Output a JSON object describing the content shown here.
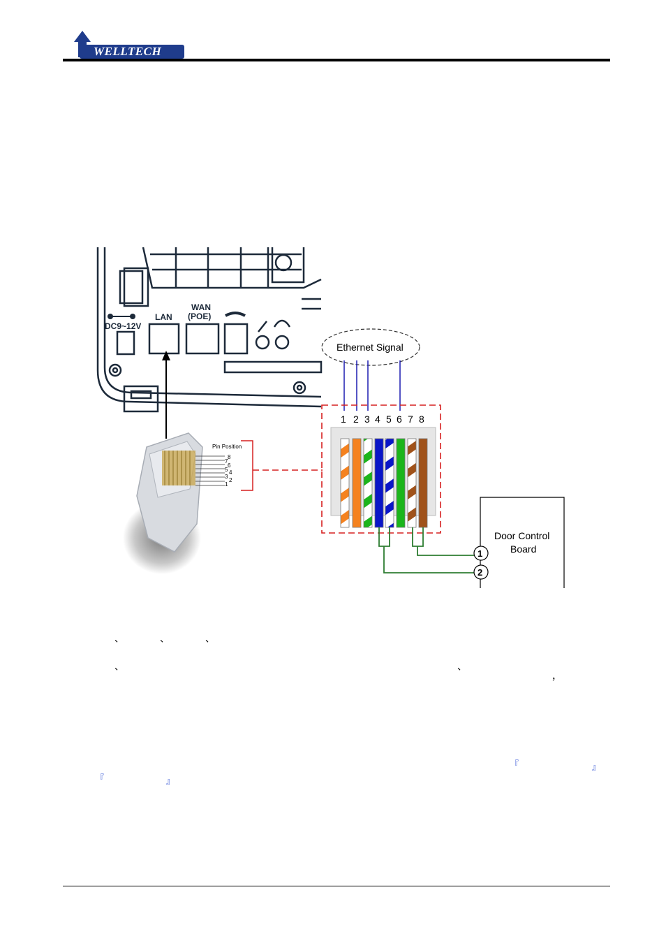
{
  "header": {
    "logo_text": "WELLTECH",
    "logo_colors": {
      "blue": "#1f3c8c",
      "rule": "#000000"
    }
  },
  "device_panel": {
    "power_label": "DC9~12V",
    "lan_label": "LAN",
    "wan_label_line1": "WAN",
    "wan_label_line2": "(POE)"
  },
  "connector": {
    "pin_position_label": "Pin Position",
    "pin_numbers": [
      "8",
      "7",
      "6",
      "5",
      "4",
      "3",
      "2",
      "1"
    ]
  },
  "wiring": {
    "signal_label": "Ethernet Signal",
    "pin_numbers": [
      "1",
      "2",
      "3",
      "4",
      "5",
      "6",
      "7",
      "8"
    ],
    "board_label_line1": "Door Control",
    "board_label_line2": "Board",
    "terminal_1": "1",
    "terminal_2": "2",
    "wire_colors": {
      "orange": "#f5821f",
      "green": "#1bb51b",
      "blue": "#0a16c8",
      "brown": "#a0521a",
      "signal": "#1a1ab0",
      "door_wire": "#2e7d32",
      "dashed_box": "#d62020"
    }
  },
  "body_marks": {
    "row1": [
      "、",
      "、",
      "、"
    ],
    "row2": [
      "、",
      "、",
      "，"
    ],
    "row3": [
      "『",
      "』"
    ],
    "row4": [
      "『",
      "』"
    ]
  }
}
